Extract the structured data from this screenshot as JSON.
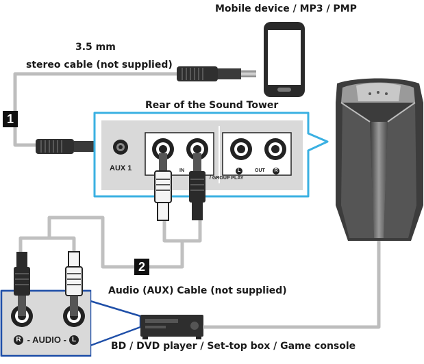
{
  "labels": {
    "mobile_device": "Mobile device / MP3 / PMP",
    "cable_length": "3.5 mm",
    "stereo_cable": "stereo cable (not supplied)",
    "rear_of_tower": "Rear of the Sound Tower",
    "aux_cable": "Audio (AUX) Cable (not supplied)",
    "source_devices": "BD / DVD player / Set-top box / Game console"
  },
  "steps": {
    "step1": "1",
    "step2": "2"
  },
  "rear_panel": {
    "aux_label": "AUX 1",
    "in_label": "IN",
    "group_play_label": "/ GROUP PLAY",
    "out_label": "OUT",
    "left_mark": "L",
    "right_mark": "R"
  },
  "source_panel": {
    "audio_left_mark": "R",
    "audio_text": " - AUDIO - ",
    "audio_right_mark": "L"
  },
  "colors": {
    "highlight_blue": "#3ab0e2",
    "cable_grey": "#bdbdbd",
    "source_blue": "#1f4fa8"
  }
}
